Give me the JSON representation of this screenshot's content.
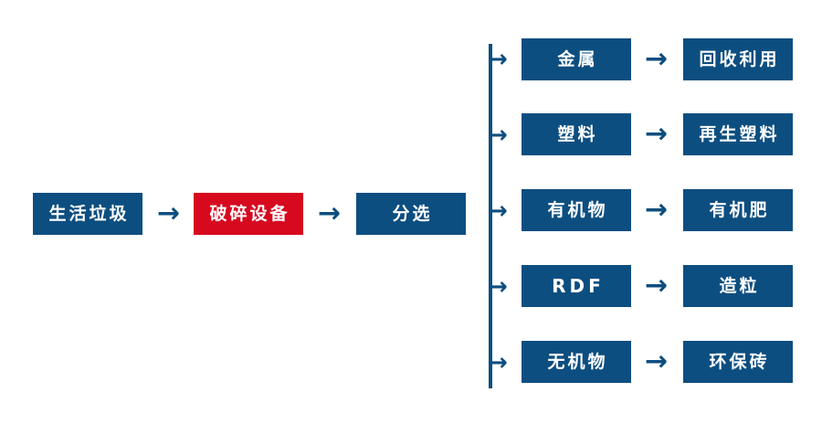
{
  "diagram": {
    "type": "flowchart",
    "background_color": "#ffffff",
    "primary_color": "#0d4e80",
    "accent_color": "#d6091f",
    "main_flow": {
      "source_label": "生活垃圾",
      "process_label": "破碎设备",
      "sort_label": "分选",
      "arrow_1": "→",
      "arrow_2": "→"
    },
    "branch_connector": {
      "trunk_icon": "vertical-trunk-line",
      "stub_arrow": "↦"
    },
    "branches": [
      {
        "material": "金属",
        "product": "回收利用",
        "arrow": "→",
        "stub": "↦"
      },
      {
        "material": "塑料",
        "product": "再生塑料",
        "arrow": "→",
        "stub": "↦"
      },
      {
        "material": "有机物",
        "product": "有机肥",
        "arrow": "→",
        "stub": "↦"
      },
      {
        "material": "RDF",
        "product": "造粒",
        "arrow": "→",
        "stub": "↦"
      },
      {
        "material": "无机物",
        "product": "环保砖",
        "arrow": "→",
        "stub": "↦"
      }
    ]
  }
}
